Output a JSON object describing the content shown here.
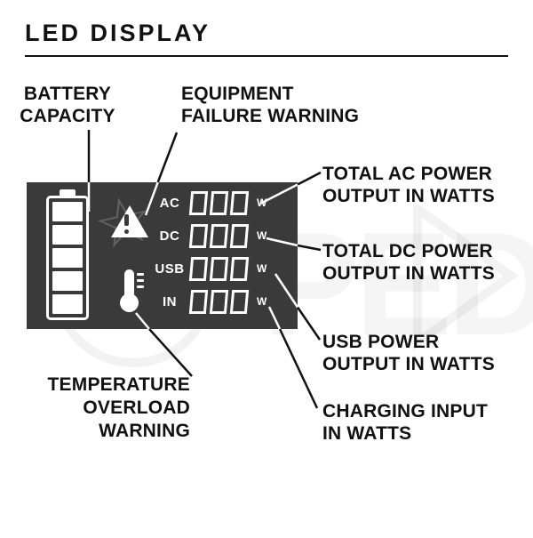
{
  "title": "LED DISPLAY",
  "colors": {
    "panel": "#3a3a3a",
    "ink": "#111111",
    "display_text": "#ffffff"
  },
  "display": {
    "battery_segment_count": 5,
    "rows": [
      {
        "label": "AC",
        "value": "000",
        "unit": "W"
      },
      {
        "label": "DC",
        "value": "000",
        "unit": "W"
      },
      {
        "label": "USB",
        "value": "000",
        "unit": "W"
      },
      {
        "label": "IN",
        "value": "000",
        "unit": "W"
      }
    ]
  },
  "callouts": {
    "battery_capacity": {
      "line1": "BATTERY",
      "line2": "CAPACITY"
    },
    "equipment_failure": {
      "line1": "EQUIPMENT",
      "line2": "FAILURE WARNING"
    },
    "total_ac": {
      "line1": "TOTAL AC POWER",
      "line2": "OUTPUT IN WATTS"
    },
    "total_dc": {
      "line1": "TOTAL DC POWER",
      "line2": "OUTPUT IN WATTS"
    },
    "usb_power": {
      "line1": "USB POWER",
      "line2": "OUTPUT IN WATTS"
    },
    "charging_input": {
      "line1": "CHARGING INPUT",
      "line2": "IN WATTS"
    },
    "temperature": {
      "line1": "TEMPERATURE",
      "line2": "OVERLOAD",
      "line3": "WARNING"
    }
  },
  "watermark": {
    "text": "PED"
  }
}
